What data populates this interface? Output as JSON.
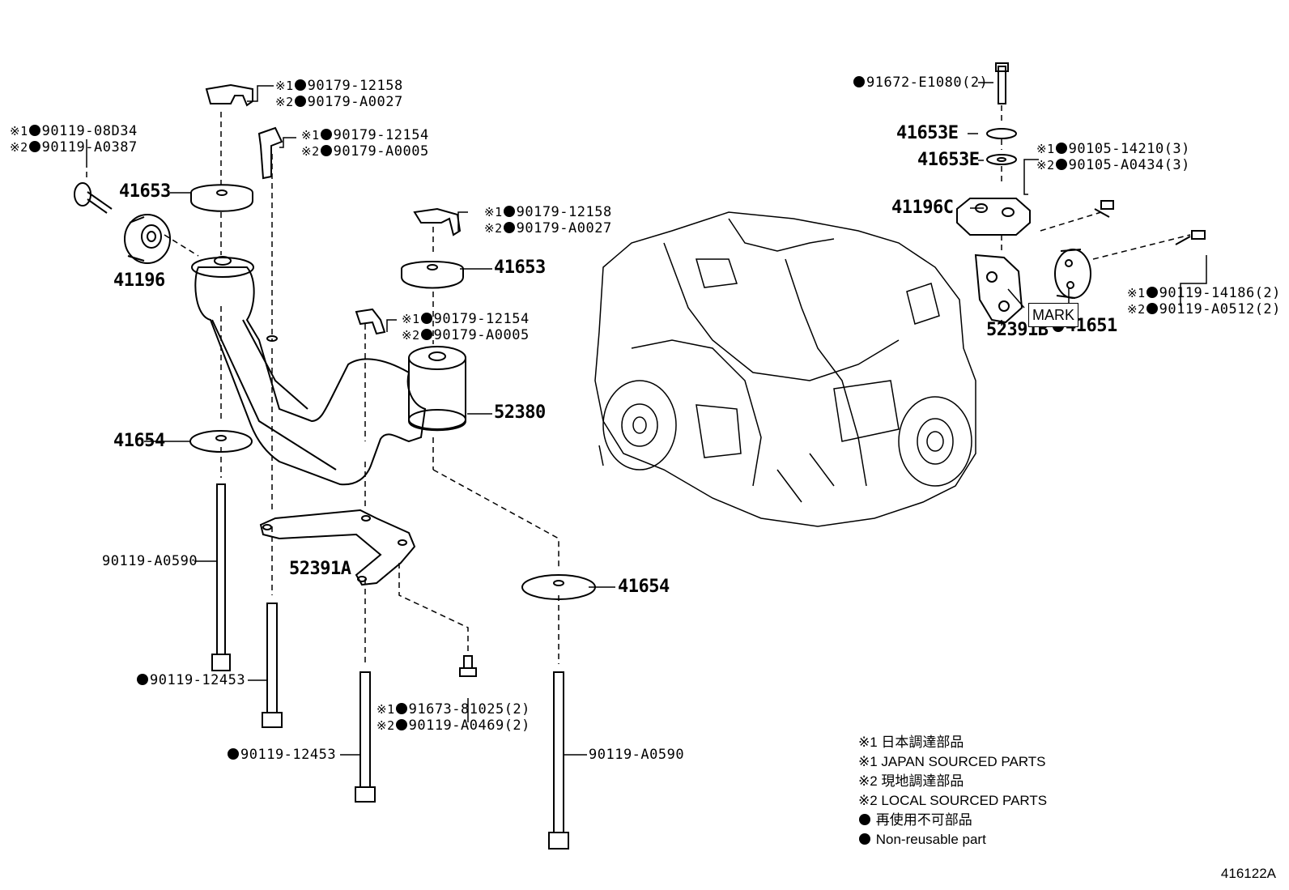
{
  "parts": {
    "p41653_left": "41653",
    "p41196": "41196",
    "p41654_left": "41654",
    "p90119_A0590_left": "90119-A0590",
    "p90119_12453_a": "90119-12453",
    "p90119_12453_b": "90119-12453",
    "p52391A": "52391A",
    "p41653_mid": "41653",
    "p52380": "52380",
    "p41654_right": "41654",
    "p90119_A0590_right": "90119-A0590",
    "p41653E_a": "41653E",
    "p41653E_b": "41653E",
    "p41196C": "41196C",
    "p52391B": "52391B",
    "p41651": "41651",
    "p91672": "91672-E1080(2)",
    "mark": "MARK"
  },
  "callouts": {
    "c1": {
      "a_prefix": "※1",
      "a": "90119-08D34",
      "b_prefix": "※2",
      "b": "90119-A0387"
    },
    "c2": {
      "a_prefix": "※1",
      "a": "90179-12158",
      "b_prefix": "※2",
      "b": "90179-A0027"
    },
    "c3": {
      "a_prefix": "※1",
      "a": "90179-12154",
      "b_prefix": "※2",
      "b": "90179-A0005"
    },
    "c4": {
      "a_prefix": "※1",
      "a": "90179-12158",
      "b_prefix": "※2",
      "b": "90179-A0027"
    },
    "c5": {
      "a_prefix": "※1",
      "a": "90179-12154",
      "b_prefix": "※2",
      "b": "90179-A0005"
    },
    "c6": {
      "a_prefix": "※1",
      "a": "91673-81025(2)",
      "b_prefix": "※2",
      "b": "90119-A0469(2)"
    },
    "c7": {
      "a_prefix": "※1",
      "a": "90105-14210(3)",
      "b_prefix": "※2",
      "b": "90105-A0434(3)"
    },
    "c8": {
      "a_prefix": "※1",
      "a": "90119-14186(2)",
      "b_prefix": "※2",
      "b": "90119-A0512(2)"
    }
  },
  "legend": {
    "l1": "※1 日本調達部品",
    "l2": "※1 JAPAN SOURCED PARTS",
    "l3": "※2 現地調達部品",
    "l4": "※2 LOCAL SOURCED PARTS",
    "l5": "再使用不可部品",
    "l6": "Non-reusable part"
  },
  "diagram_code": "416122A"
}
